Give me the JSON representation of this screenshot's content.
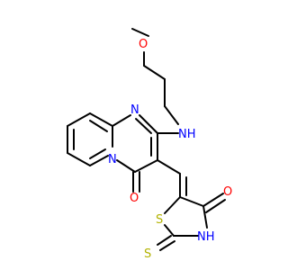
{
  "colors": {
    "background": "#ffffff",
    "bond": "#000000",
    "oxygen": "#ff0000",
    "nitrogen": "#0000ff",
    "sulfur": "#b2b200",
    "hydrogen_on_nitrogen": "#0000ff"
  },
  "atom_labels": {
    "o_methoxy": "O",
    "nh_amine": "NH",
    "n_pyrimidine": "N",
    "n_bridgehead": "N",
    "o_ketone": "O",
    "s_ring": "S",
    "o_thiazolidinone": "O",
    "nh_ring": "NH",
    "s_thione": "S"
  }
}
